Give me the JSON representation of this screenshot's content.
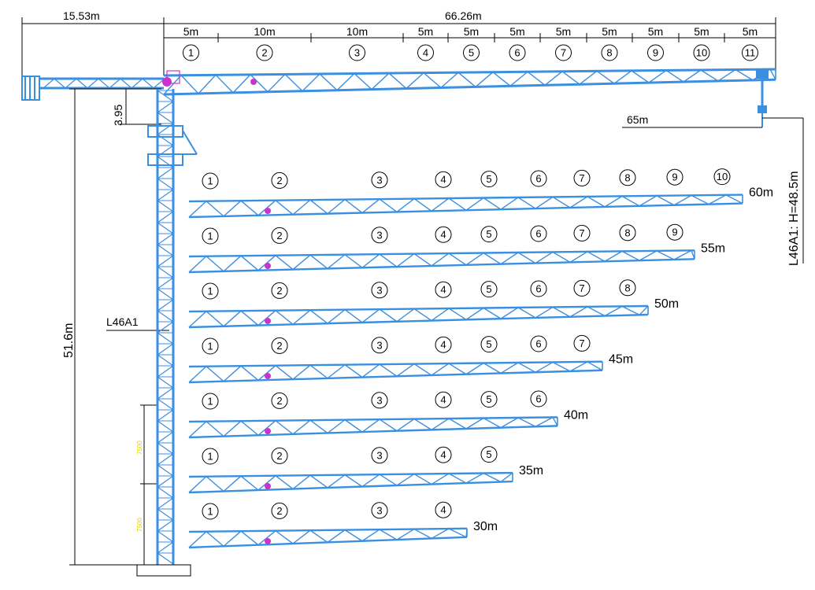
{
  "colors": {
    "truss": "#3b8fe0",
    "truss_dark": "#1f6fc9",
    "marker": "#cc33cc",
    "dimension": "#000000",
    "note": "#e0d000"
  },
  "top_dims": {
    "counter_jib": "15.53m",
    "jib_total": "66.26m",
    "height_at_top": "3.95",
    "tower_height": "51.6m",
    "radius": "65m",
    "model_height": "L46A1: H=48.5m",
    "tower_model": "L46A1"
  },
  "top_segments": {
    "lengths": [
      "5m",
      "10m",
      "10m",
      "5m",
      "5m",
      "5m",
      "5m",
      "5m",
      "5m",
      "5m",
      "5m"
    ],
    "numbers": [
      "1",
      "2",
      "3",
      "4",
      "5",
      "6",
      "7",
      "8",
      "9",
      "10",
      "11"
    ]
  },
  "tower_notes": [
    "7500",
    "7500"
  ],
  "jib_configs": [
    {
      "label": "60m",
      "numbers": [
        "1",
        "2",
        "3",
        "4",
        "5",
        "6",
        "7",
        "8",
        "9",
        "10"
      ]
    },
    {
      "label": "55m",
      "numbers": [
        "1",
        "2",
        "3",
        "4",
        "5",
        "6",
        "7",
        "8",
        "9"
      ]
    },
    {
      "label": "50m",
      "numbers": [
        "1",
        "2",
        "3",
        "4",
        "5",
        "6",
        "7",
        "8"
      ]
    },
    {
      "label": "45m",
      "numbers": [
        "1",
        "2",
        "3",
        "4",
        "5",
        "6",
        "7"
      ]
    },
    {
      "label": "40m",
      "numbers": [
        "1",
        "2",
        "3",
        "4",
        "5",
        "6"
      ]
    },
    {
      "label": "35m",
      "numbers": [
        "1",
        "2",
        "3",
        "4",
        "5"
      ]
    },
    {
      "label": "30m",
      "numbers": [
        "1",
        "2",
        "3",
        "4"
      ]
    }
  ]
}
